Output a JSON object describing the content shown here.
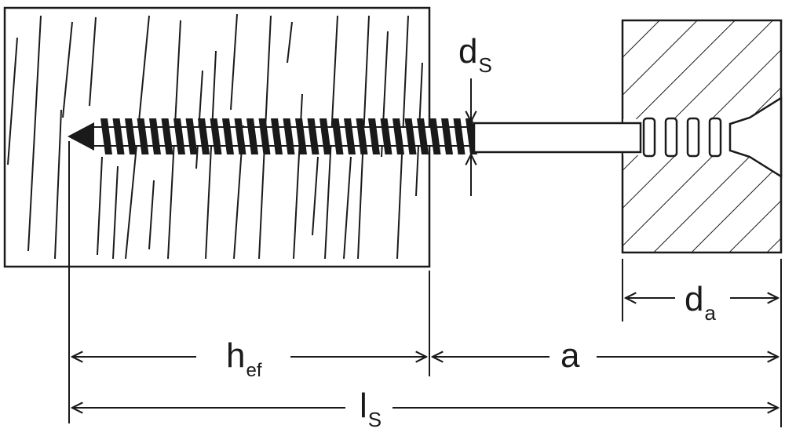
{
  "colors": {
    "ink": "#1a1a1a",
    "paper": "#ffffff"
  },
  "labels": {
    "ds": {
      "main": "d",
      "sub": "S"
    },
    "da": {
      "main": "d",
      "sub": "a"
    },
    "hef": {
      "main": "h",
      "sub": "ef"
    },
    "a": {
      "main": "a",
      "sub": ""
    },
    "ls": {
      "main": "l",
      "sub": "S"
    }
  }
}
